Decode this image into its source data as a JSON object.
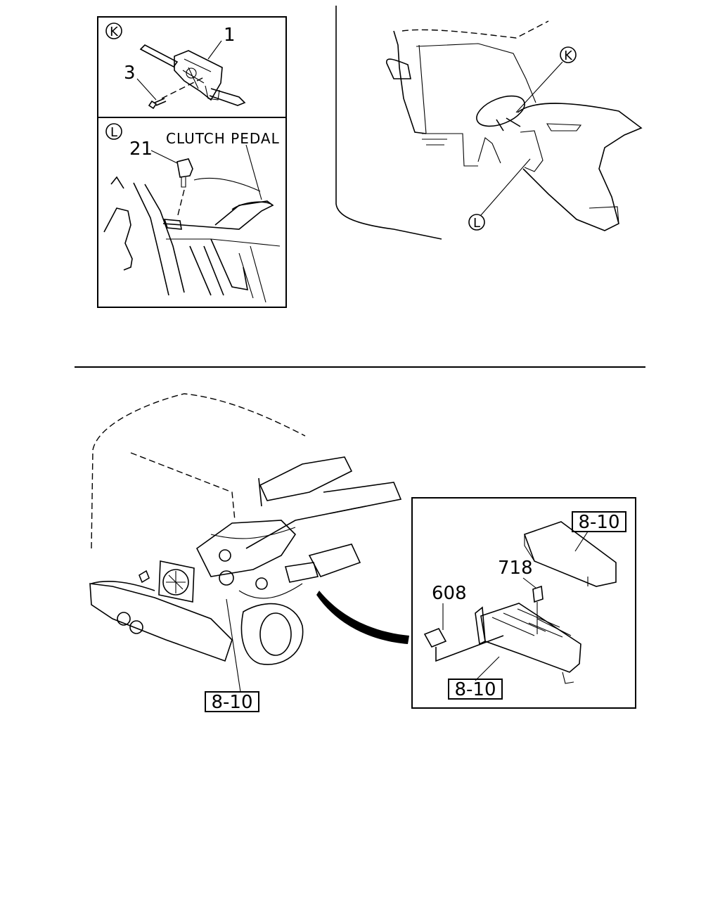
{
  "top_left_panel": {
    "detail_k": {
      "callout": "K",
      "part_switch": "1",
      "part_screw": "3"
    },
    "detail_l": {
      "callout": "L",
      "part_switch": "21",
      "caption": "CLUTCH PEDAL"
    }
  },
  "cab_view": {
    "callout_k": "K",
    "callout_l": "L"
  },
  "engine_view": {
    "ref_label": "8-10"
  },
  "relay_box": {
    "cover_ref": "8-10",
    "relay_718": "718",
    "relay_608": "608",
    "box_ref": "8-10"
  }
}
